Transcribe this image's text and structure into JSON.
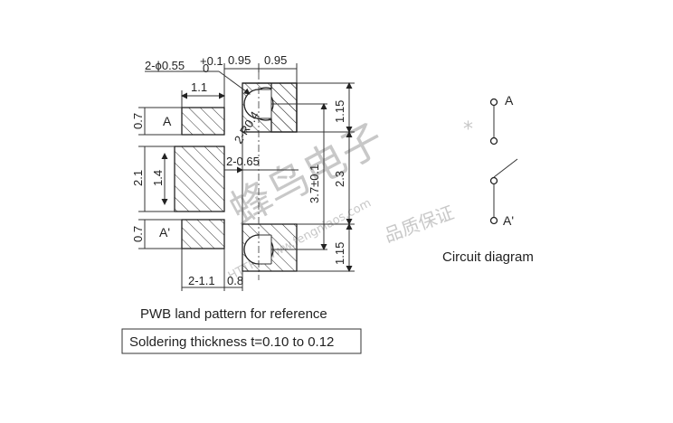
{
  "diagram": {
    "dims": {
      "hole": "2-ϕ0.55",
      "hole_tol_upper": "+0.1",
      "hole_tol_lower": "0",
      "top_left": "0.95",
      "top_right": "0.95",
      "pad_width": "1.1",
      "left_top": "0.7",
      "left_mid": "2.1",
      "inner_mid": "1.4",
      "left_bottom": "0.7",
      "radius": "2-R0.4",
      "gap": "2-0.65",
      "right_top": "1.15",
      "center_span": "3.7±0.1",
      "right_mid": "2.3",
      "right_bottom": "1.15",
      "bottom_left": "2-1.1",
      "bottom_right": "0.8"
    },
    "labels": {
      "pad_a": "A",
      "pad_a_prime": "A'",
      "circuit_a": "A",
      "circuit_a_prime": "A'"
    },
    "captions": {
      "land_pattern": "PWB land pattern for reference",
      "soldering": "Soldering thickness t=0.10 to 0.12",
      "circuit": "Circuit diagram"
    },
    "watermark": {
      "main": "蜂鸟电子",
      "sub": "品质保证",
      "url": "HTTP://www.fengniaos.com"
    }
  }
}
